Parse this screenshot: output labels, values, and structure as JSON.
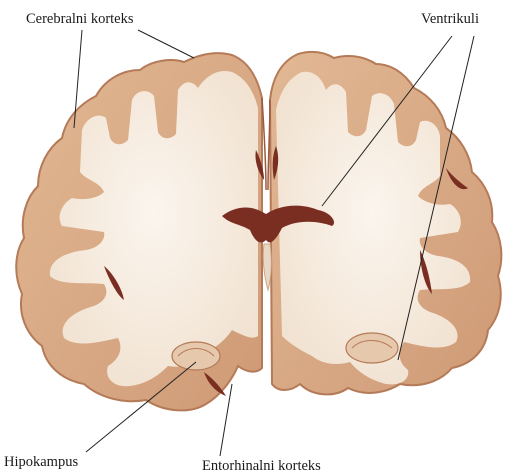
{
  "labels": {
    "cerebral_cortex": "Cerebralni korteks",
    "ventricles": "Ventrikuli",
    "hippocampus": "Hipokampus",
    "entorhinal_cortex": "Entorhinalni korteks"
  },
  "colors": {
    "cortex_gray_matter": "#d9a985",
    "cortex_outer_edge": "#b57a57",
    "white_matter": "#f6ece0",
    "sulcus_dark": "#7a2e22",
    "leader_line": "#222222"
  }
}
